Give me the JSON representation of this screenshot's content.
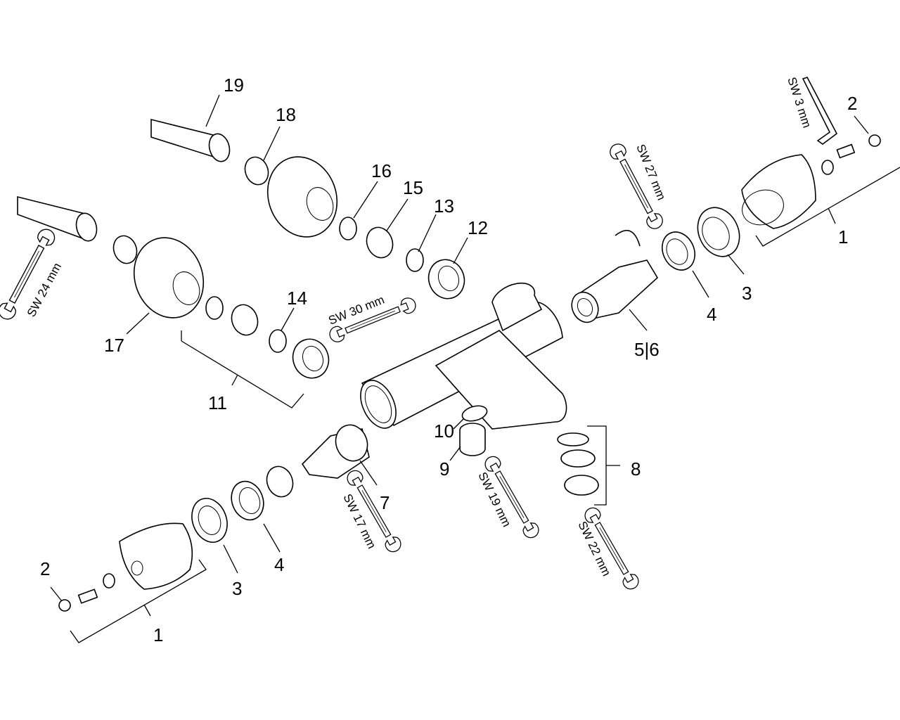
{
  "parts": {
    "p1_right": "1",
    "p1_left": "1",
    "p2_right": "2",
    "p2_left": "2",
    "p3_right": "3",
    "p3_left": "3",
    "p4_right": "4",
    "p4_left": "4",
    "p56": "5|6",
    "p7": "7",
    "p8": "8",
    "p9": "9",
    "p10": "10",
    "p11": "11",
    "p12": "12",
    "p13": "13",
    "p14": "14",
    "p15": "15",
    "p16": "16",
    "p17": "17",
    "p18": "18",
    "p19": "19"
  },
  "wrenches": {
    "sw3": "SW 3 mm",
    "sw27": "SW 27 mm",
    "sw24": "SW 24 mm",
    "sw30": "SW 30 mm",
    "sw17": "SW 17 mm",
    "sw19": "SW 19 mm",
    "sw22": "SW 22 mm"
  }
}
